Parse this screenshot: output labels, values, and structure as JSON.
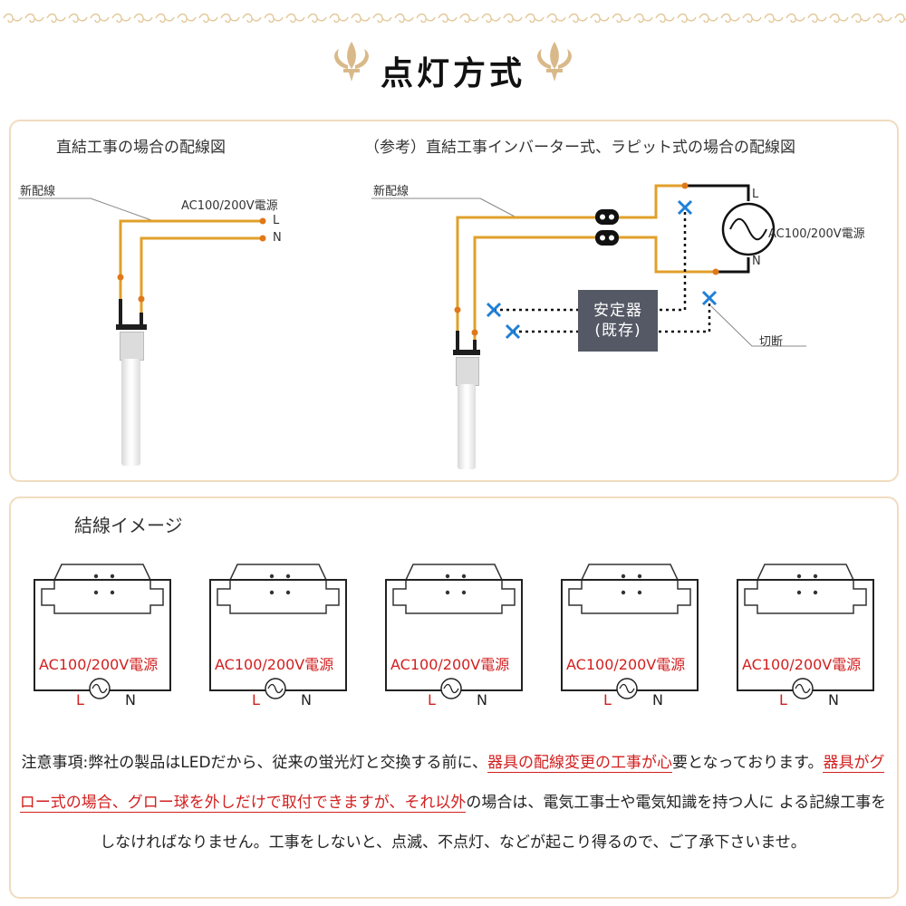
{
  "title": "点灯方式",
  "colors": {
    "wire": "#e0a02a",
    "accent": "#d21f1f",
    "panel_border": "#f0dcc0",
    "cross": "#1f7fd6",
    "ballast": "#545965"
  },
  "icons": [
    "fleur-de-lis-icon",
    "ac-source-icon",
    "cross-mark-icon",
    "terminal-block-icon"
  ],
  "direct": {
    "heading": "直結工事の場合の配線図",
    "new_wiring": "新配線",
    "power": "AC100/200V電源",
    "l": "L",
    "n": "N"
  },
  "inverter": {
    "heading": "（参考）直結工事インバーター式、ラピット式の場合の配線図",
    "new_wiring": "新配線",
    "power": "AC100/200V電源",
    "l": "L",
    "n": "N",
    "ballast_line1": "安定器",
    "ballast_line2": "(既存)",
    "cut": "切断"
  },
  "connection": {
    "heading": "結線イメージ",
    "items": [
      {
        "power": "AC100/200V電源",
        "l": "L",
        "n": "N"
      },
      {
        "power": "AC100/200V電源",
        "l": "L",
        "n": "N"
      },
      {
        "power": "AC100/200V電源",
        "l": "L",
        "n": "N"
      },
      {
        "power": "AC100/200V電源",
        "l": "L",
        "n": "N"
      },
      {
        "power": "AC100/200V電源",
        "l": "L",
        "n": "N"
      }
    ]
  },
  "notice": {
    "p1": "注意事項:弊社の製品はLEDだから、従来の蛍光灯と交換する前に、",
    "p2": "器具の配線変更の工事が心",
    "p3": "要となっております。",
    "p4": "器具がグロー式の場合、グロー球を外しだけで取付できますが、それ以外",
    "p5": "の場合は、電気工事士や電気知識を持つ人に よる記線工事をしなければなりません。工事をしないと、点滅、不点灯、などが起こり得るので、ご了承下さいませ。"
  }
}
